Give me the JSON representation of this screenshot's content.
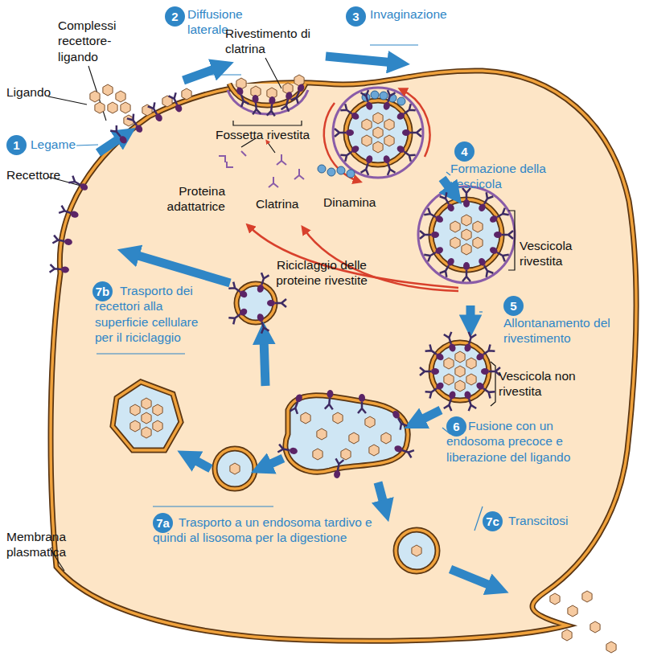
{
  "diagram": {
    "nodes": [
      {
        "text": [
          "1"
        ]
      },
      {
        "text": [
          "2"
        ]
      },
      {
        "text": [
          "3"
        ]
      },
      {
        "text": [
          "4"
        ]
      },
      {
        "text": [
          "5"
        ]
      },
      {
        "text": [
          "6"
        ]
      },
      {
        "text": [
          "7b"
        ]
      },
      {
        "text": [
          "7a"
        ]
      },
      {
        "text": [
          "7c"
        ]
      }
    ],
    "labels": [
      "Legame",
      "Diffusione laterale",
      "Invaginazione",
      "Formazione della vescicola",
      "Allontanamento del rivestimento",
      "Fusione con un endosoma precoce e liberazione del ligando",
      "Trasporto dei recettori alla superficie cellulare per il riciclaggio",
      "Trasporto a un endosoma tardivo e quindi al lisosoma per la digestione",
      "Transcitosi",
      "Complessi recettore-ligando",
      "Ligando",
      "Recettore",
      "Rivestimento di clatrina",
      "Fossetta rivestita",
      "Proteina adattatrice",
      "Clatrina",
      "Dinamina",
      "Vescicola rivestita",
      "Riciclaggio delle proteine rivestite",
      "Vescicola non rivestita",
      "Membrana plasmatica"
    ]
  }
}
